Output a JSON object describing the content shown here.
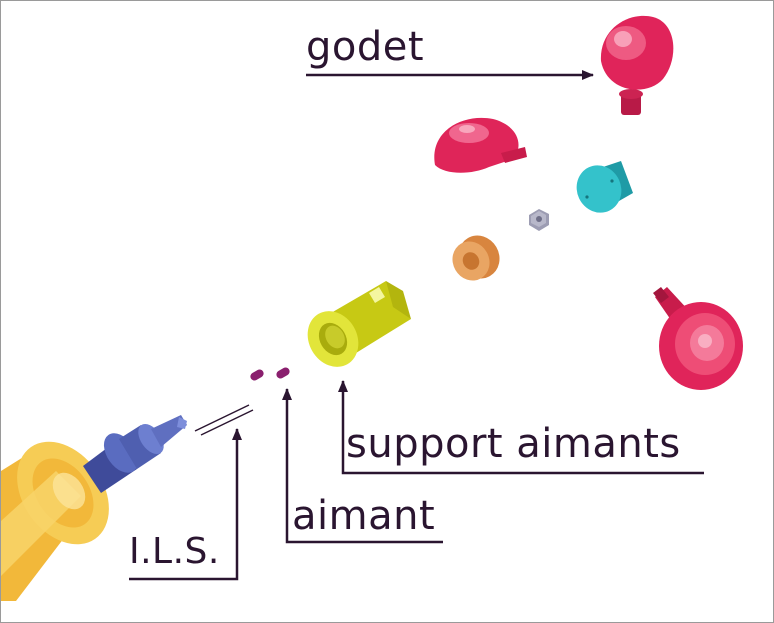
{
  "labels": {
    "godet": "godet",
    "support_aimants": "support aimants",
    "aimant": "aimant",
    "ils": "I.L.S."
  },
  "colors": {
    "label_ink": "#2a1530",
    "cup_red": "#e0245a",
    "support_yellow": "#d9dc1f",
    "bushing_orange": "#e49a57",
    "nut_grey": "#a9a9bd",
    "cap_teal": "#2bb6c0",
    "nozzle_blue": "#4f5fb0",
    "handle_yellow": "#f4c43a",
    "magnet_purple": "#8a1f6e"
  }
}
